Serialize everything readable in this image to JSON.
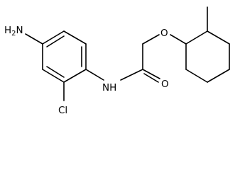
{
  "molecule": {
    "labels": {
      "amine_n": "H",
      "amine_h2": "2",
      "amine_tail": "N",
      "amide_nh": "NH",
      "carbonyl_o": "O",
      "ether_o": "O",
      "chlorine": "Cl"
    }
  }
}
